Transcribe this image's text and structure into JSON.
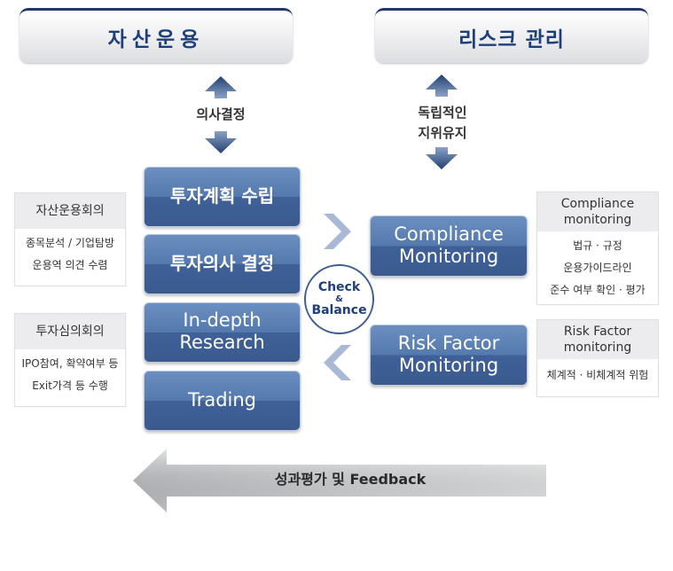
{
  "headers": {
    "left": "자산운용",
    "right": "리스크 관리"
  },
  "arrows": {
    "left_label": "의사결정",
    "right_label_line1": "독립적인",
    "right_label_line2": "지위유지"
  },
  "process_steps": [
    "투자계획 수립",
    "투자의사 결정",
    "In-depth",
    "Research",
    "Trading"
  ],
  "monitoring": {
    "compliance_line1": "Compliance",
    "compliance_line2": "Monitoring",
    "risk_line1": "Risk Factor",
    "risk_line2": "Monitoring"
  },
  "check_balance": {
    "line1": "Check",
    "amp": "&",
    "line2": "Balance"
  },
  "left_info": [
    {
      "title": "자산운용회의",
      "items": [
        "종목분석 / 기업탐방",
        "운용역 의견 수렴"
      ]
    },
    {
      "title": "투자심의회의",
      "items": [
        "IPO참여, 확약여부 등",
        "Exit가격 등 수행"
      ]
    }
  ],
  "right_info": [
    {
      "title_line1": "Compliance",
      "title_line2": "monitoring",
      "items": [
        "법규 · 규정",
        "운용가이드라인",
        "준수 여부 확인 · 평가"
      ]
    },
    {
      "title_line1": "Risk Factor",
      "title_line2": "monitoring",
      "items": [
        "체계적 · 비체계적 위험"
      ]
    }
  ],
  "feedback": "성과평가 및 Feedback",
  "colors": {
    "navy": "#1f3f7a",
    "box_blue": "#4a6ea4",
    "chevron": "#a9b8d6",
    "gray_arrow": "#e2e3e5"
  }
}
